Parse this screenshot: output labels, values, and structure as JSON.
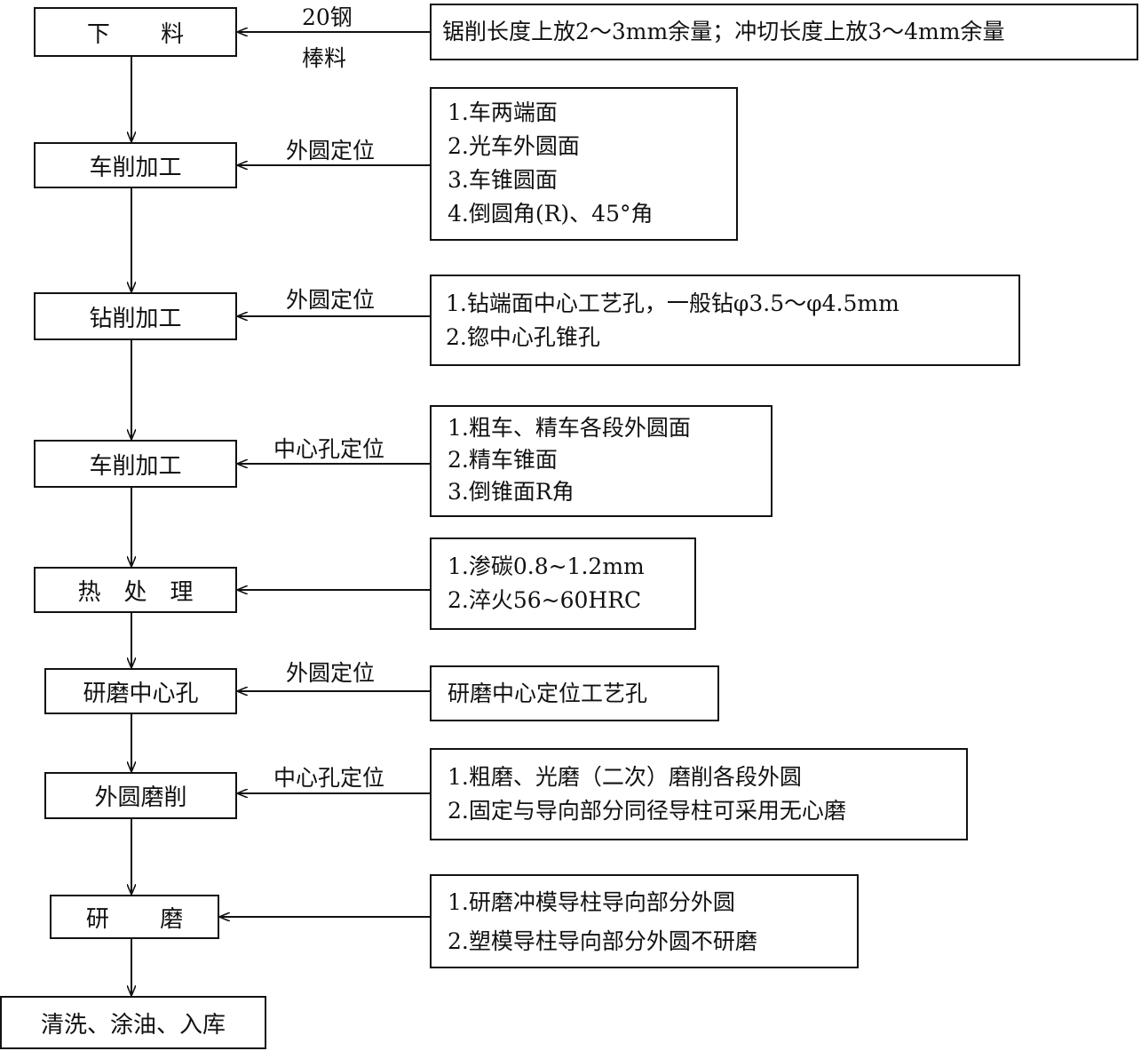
{
  "steps": [
    {
      "id": "s1",
      "label": "下　料"
    },
    {
      "id": "s2",
      "label": "车削加工"
    },
    {
      "id": "s3",
      "label": "钻削加工"
    },
    {
      "id": "s4",
      "label": "车削加工"
    },
    {
      "id": "s5",
      "label": "热　处　理"
    },
    {
      "id": "s6",
      "label": "研磨中心孔"
    },
    {
      "id": "s7",
      "label": "外圆磨削"
    },
    {
      "id": "s8",
      "label": "研　磨"
    },
    {
      "id": "s9",
      "label": "清洗、涂油、入库"
    }
  ],
  "connectors": {
    "c1": {
      "top": "20钢",
      "bottom": "棒料"
    },
    "c2": "外圆定位",
    "c3": "外圆定位",
    "c4": "中心孔定位",
    "c6": "外圆定位",
    "c7": "中心孔定位"
  },
  "notes": {
    "n1": [
      "锯削长度上放2～3mm余量；冲切长度上放3～4mm余量"
    ],
    "n2": [
      "1.车两端面",
      "2.光车外圆面",
      "3.车锥圆面",
      "4.倒圆角(R)、45°角"
    ],
    "n3": [
      "1.钻端面中心工艺孔，一般钻φ3.5～φ4.5mm",
      "2.锪中心孔锥孔"
    ],
    "n4": [
      "1.粗车、精车各段外圆面",
      "2.精车锥面",
      "3.倒锥面R角"
    ],
    "n5": [
      "1.渗碳0.8~1.2mm",
      "2.淬火56~60HRC"
    ],
    "n6": [
      "研磨中心定位工艺孔"
    ],
    "n7": [
      "1.粗磨、光磨（二次）磨削各段外圆",
      "2.固定与导向部分同径导柱可采用无心磨"
    ],
    "n8": [
      "1.研磨冲模导柱导向部分外圆",
      "2.塑模导柱导向部分外圆不研磨"
    ]
  }
}
